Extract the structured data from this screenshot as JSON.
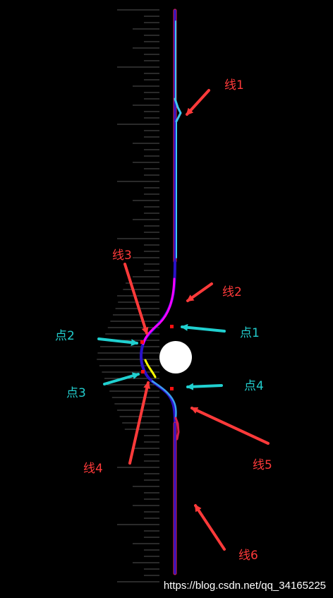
{
  "labels": {
    "line1": "线1",
    "line2": "线2",
    "line3": "线3",
    "line4": "线4",
    "line5": "线5",
    "line6": "线6",
    "point1": "点1",
    "point2": "点2",
    "point3": "点3",
    "point4": "点4"
  },
  "watermark": "https://blog.csdn.net/qq_34165225",
  "colors": {
    "background": "#000000",
    "line_label": "#ff3a3a",
    "point_label": "#22cccc",
    "arrow_red": "#ff3a3a",
    "arrow_cyan": "#20d0d0",
    "obstacle": "#ffffff",
    "path_blue": "#2a12c8",
    "path_cyan": "#40c8f0",
    "path_magenta": "#ff00ff",
    "path_red": "#d82050",
    "path_yellow": "#ffff00",
    "marker_red": "#ff1010",
    "ruler": "#555555",
    "watermark": "#ffffff"
  }
}
